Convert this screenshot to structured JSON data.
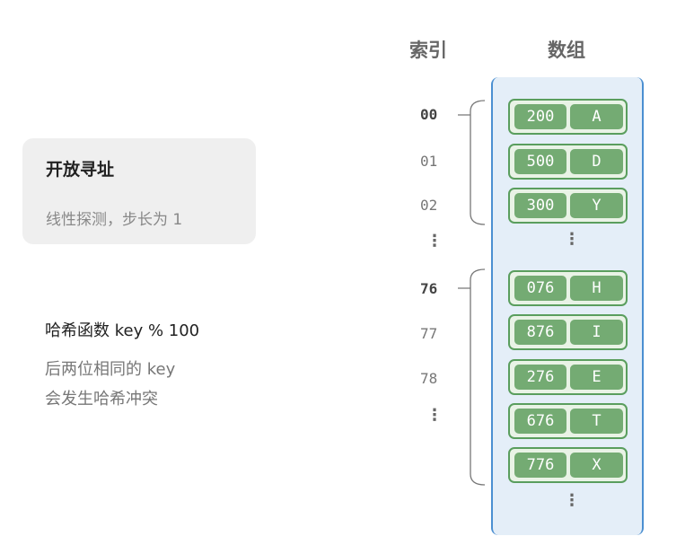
{
  "card": {
    "title": "开放寻址",
    "subtitle": "线性探测，步长为 1"
  },
  "hash_function": "哈希函数 key % 100",
  "notes": [
    "后两位相同的 key",
    "会发生哈希冲突"
  ],
  "headers": {
    "index": "索引",
    "array": "数组"
  },
  "indices": [
    "00",
    "01",
    "02",
    "76",
    "77",
    "78"
  ],
  "entries": [
    {
      "key": "200",
      "value": "A"
    },
    {
      "key": "500",
      "value": "D"
    },
    {
      "key": "300",
      "value": "Y"
    },
    {
      "key": "076",
      "value": "H"
    },
    {
      "key": "876",
      "value": "I"
    },
    {
      "key": "276",
      "value": "E"
    },
    {
      "key": "676",
      "value": "T"
    },
    {
      "key": "776",
      "value": "X"
    }
  ],
  "ellipsis": "⋮",
  "colors": {
    "array_border": "#4b8fd1",
    "array_fill": "#e4eef8",
    "entry_fill": "#74ab73",
    "entry_border": "#5a9e5e"
  }
}
